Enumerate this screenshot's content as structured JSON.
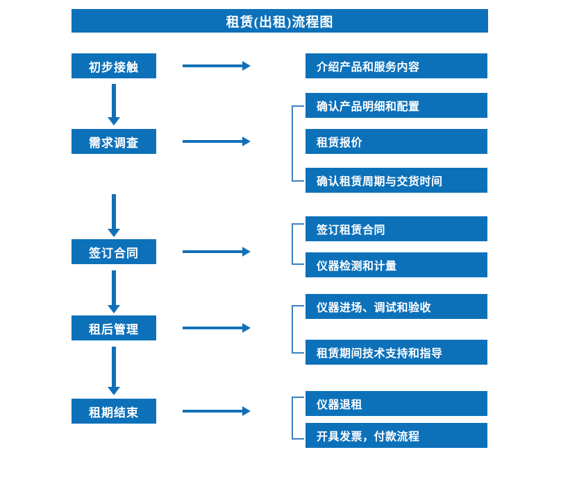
{
  "title": "租赁(出租)流程图",
  "colors": {
    "box_blue": "#0d71ba",
    "arrow_blue": "#1270b8",
    "bracket_blue": "#3a7fc1",
    "text_white": "#ffffff",
    "background": "#ffffff"
  },
  "stages": [
    {
      "label": "初步接触"
    },
    {
      "label": "需求调查"
    },
    {
      "label": "签订合同"
    },
    {
      "label": "租后管理"
    },
    {
      "label": "租期结束"
    }
  ],
  "details": [
    {
      "label": "介绍产品和服务内容"
    },
    {
      "label": "确认产品明细和配置"
    },
    {
      "label": "租赁报价"
    },
    {
      "label": "确认租赁周期与交货时间"
    },
    {
      "label": "签订租赁合同"
    },
    {
      "label": "仪器检测和计量"
    },
    {
      "label": "仪器进场、调试和验收"
    },
    {
      "label": "租赁期间技术支持和指导"
    },
    {
      "label": "仪器退租"
    },
    {
      "label": "开具发票，付款流程"
    }
  ]
}
